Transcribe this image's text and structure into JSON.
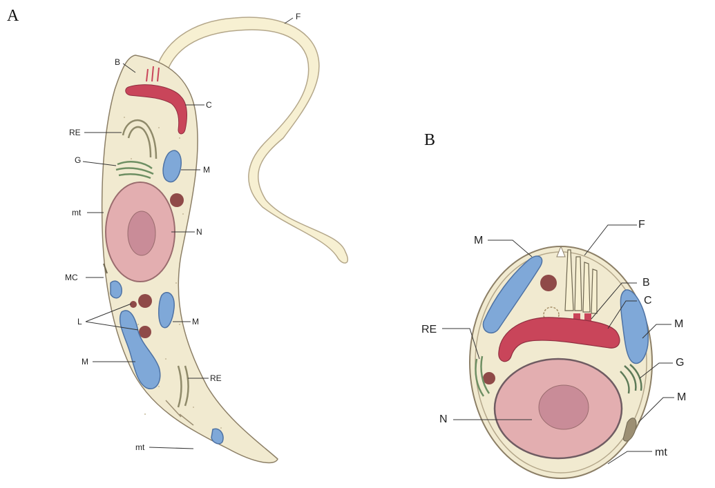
{
  "panels": {
    "a": {
      "letter": "A",
      "labels": {
        "flagellum": "F",
        "basal_body": "B",
        "kinetoplast": "C",
        "reticulum_top": "RE",
        "golgi": "G",
        "mito_upper": "M",
        "microtubules_top": "mt",
        "nucleus": "N",
        "mc": "MC",
        "lysosome": "L",
        "mito_middle": "M",
        "mito_lower": "M",
        "reticulum_bottom": "RE",
        "microtubules_bottom": "mt"
      }
    },
    "b": {
      "letter": "B",
      "labels": {
        "mito_left": "M",
        "flagellum": "F",
        "basal_body": "B",
        "kinetoplast": "C",
        "reticulum": "RE",
        "mito_right": "M",
        "golgi": "G",
        "mito_lower": "M",
        "nucleus": "N",
        "microtubules": "mt"
      }
    }
  },
  "colors": {
    "cytoplasm": "#f1ead0",
    "outline": "#8c7f66",
    "mitochondria": "#7fa8d8",
    "kinetoplast": "#c9455a",
    "nucleus": "#e3aeb0",
    "nucleolus": "#c98c98",
    "vesicles": "#8f4a48",
    "flagellum": "#f7f0d2"
  }
}
